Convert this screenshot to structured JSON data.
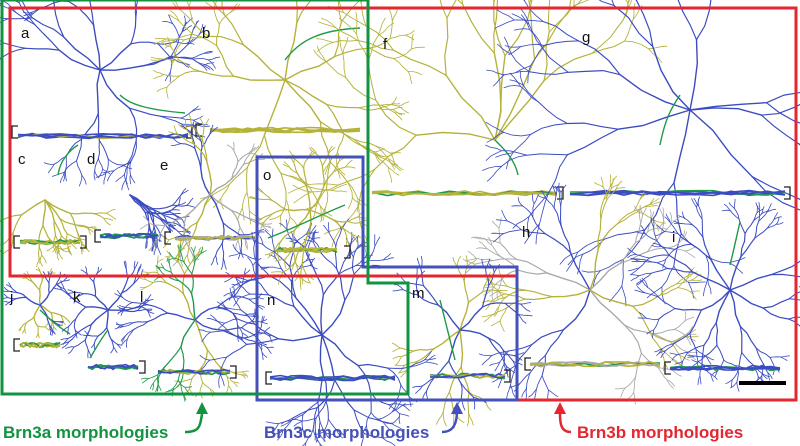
{
  "colors": {
    "brn3a": "#12933f",
    "brn3b": "#e3262f",
    "brn3c": "#4451b8",
    "dendrite_blue": "#3b4cc0",
    "dendrite_olive": "#b5b23a",
    "axon_green": "#1f9a4a",
    "grey": "#a9a9a9"
  },
  "panels": {
    "a": "a",
    "b": "b",
    "c": "c",
    "d": "d",
    "e": "e",
    "f": "f",
    "g": "g",
    "h": "h",
    "i": "i",
    "j": "j",
    "k": "k",
    "l": "l",
    "m": "m",
    "n": "n",
    "o": "o"
  },
  "legend": {
    "brn3a": "Brn3a morphologies",
    "brn3c": "Brn3c morphologies",
    "brn3b": "Brn3b morphologies"
  }
}
